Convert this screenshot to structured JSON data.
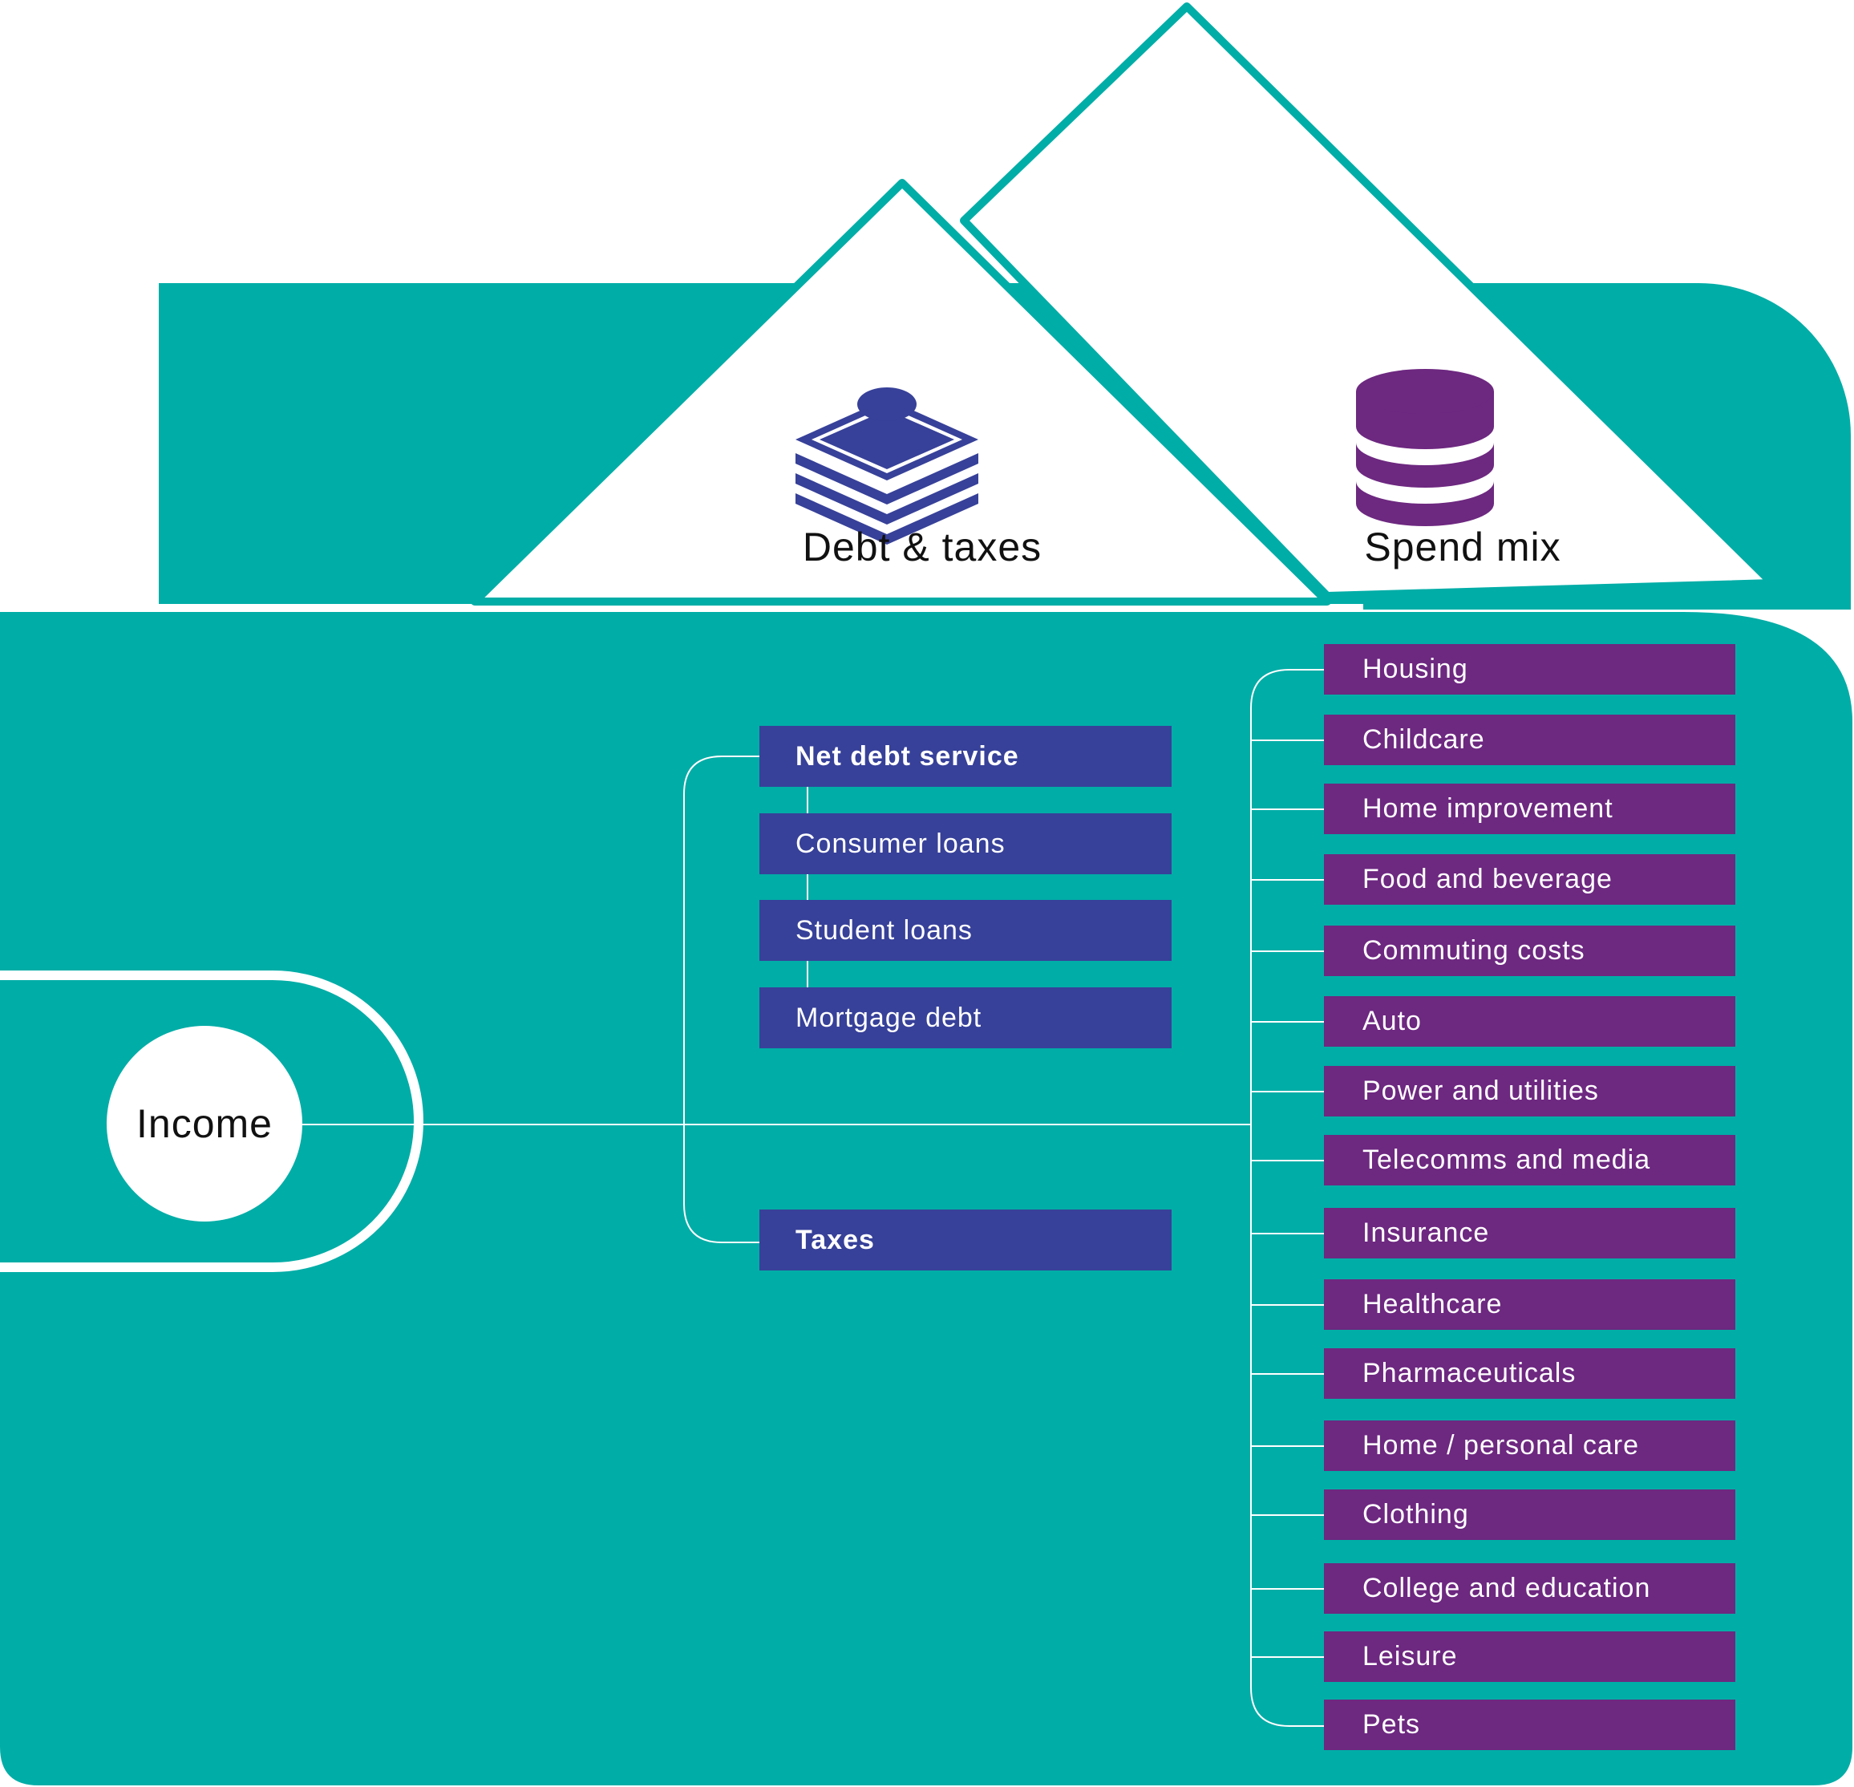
{
  "colors": {
    "teal": "#00ada7",
    "debt_navy": "#374199",
    "spend_purple": "#6d2880",
    "line_white": "#ffffff"
  },
  "income": {
    "label": "Income"
  },
  "pockets": {
    "debt": {
      "label": "Debt & taxes",
      "icon": "money-stack-icon"
    },
    "spend": {
      "label": "Spend mix",
      "icon": "coin-stack-icon"
    }
  },
  "debt_items": [
    {
      "label": "Net debt service",
      "bold": true
    },
    {
      "label": "Consumer loans",
      "bold": false
    },
    {
      "label": "Student loans",
      "bold": false
    },
    {
      "label": "Mortgage debt",
      "bold": false
    },
    {
      "label": "Taxes",
      "bold": true
    }
  ],
  "spend_items": [
    "Housing",
    "Childcare",
    "Home improvement",
    "Food and beverage",
    "Commuting costs",
    "Auto",
    "Power and utilities",
    "Telecomms and media",
    "Insurance",
    "Healthcare",
    "Pharmaceuticals",
    "Home / personal care",
    "Clothing",
    "College and education",
    "Leisure",
    "Pets"
  ]
}
